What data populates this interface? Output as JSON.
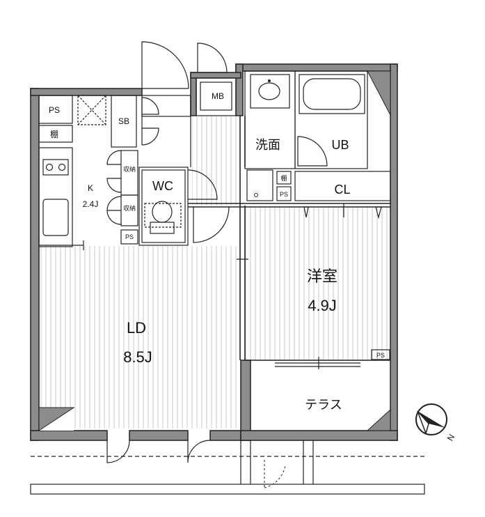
{
  "rooms": {
    "ld_name": "LD",
    "ld_size": "8.5J",
    "western_name": "洋室",
    "western_size": "4.9J",
    "kitchen_name": "K",
    "kitchen_size": "2.4J",
    "terrace": "テラス",
    "washroom": "洗面",
    "unit_bath": "UB",
    "closet": "CL",
    "toilet": "WC",
    "meter_box": "MB",
    "shoe_box": "SB",
    "pipe_space": "PS",
    "shelf": "棚",
    "storage": "収納"
  },
  "compass": {
    "north_label": "N",
    "icon": "north-arrow-icon"
  },
  "colors": {
    "wall": "#8c8c8c",
    "line": "#222222",
    "floor_stripe": "#c8c8c8"
  }
}
